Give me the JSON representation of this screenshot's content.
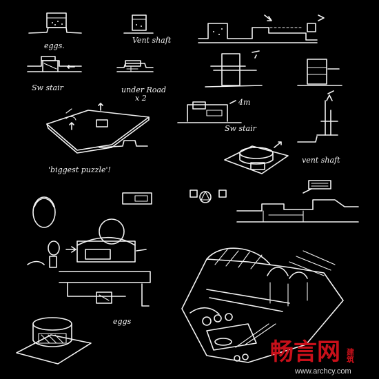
{
  "annotations": {
    "eggs_top": "eggs.",
    "vent_shaft_top": "Vent shaft",
    "sw_stair_left": "Sw stair",
    "under_road": "under Road",
    "times_two": "x 2",
    "biggest_puzzle": "'biggest puzzle'!",
    "four_m": "4m",
    "sw_stair_mid": "Sw stair",
    "vent_shaft_right": "vent shaft",
    "eggs_bottom": "eggs"
  },
  "watermark": {
    "logo_text": "畅言网",
    "side_text": "建筑",
    "url": "www.archcy.com",
    "color": "#c8101a"
  },
  "colors": {
    "background": "#000000",
    "ink": "#f2f2f2"
  }
}
